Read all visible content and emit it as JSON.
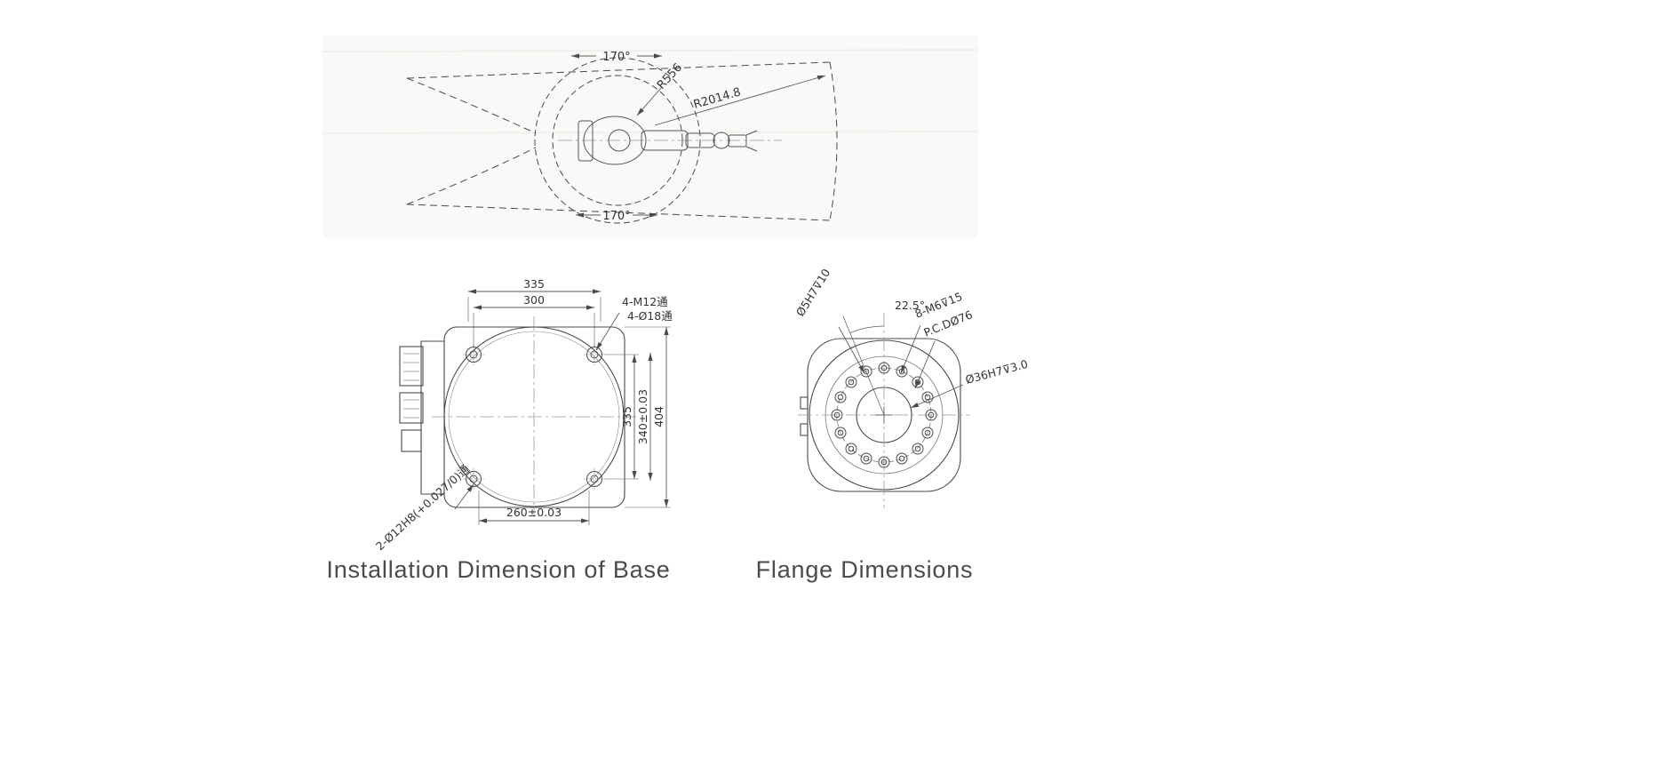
{
  "envelope": {
    "angle_top": "170°",
    "angle_bottom": "170°",
    "radius_inner": "R556",
    "radius_outer": "R2014.8"
  },
  "base": {
    "caption": "Installation Dimension of Base",
    "dim_top_overall": "335",
    "dim_top_pitch": "300",
    "label_tapped_holes": "4-M12通",
    "label_through_holes": "4-Ø18通",
    "dim_side_pitch": "335",
    "dim_side_tol": "340±0.03",
    "dim_side_overall": "404",
    "dim_bottom": "260±0.03",
    "label_pin_holes": "2-Ø12H8(+0.027/0)通"
  },
  "flange": {
    "caption": "Flange Dimensions",
    "label_pin_hole": "Ø5H7⊽10",
    "dim_hole_angle": "22.5°",
    "label_bolt_holes": "8-M6⊽15",
    "label_pitch_circle": "P.C.DØ76",
    "label_center_bore": "Ø36H7⊽3.0"
  },
  "colors": {
    "line": "#4a4a4a",
    "dim_line": "#5a5a5a",
    "centerline": "#999999",
    "backdrop": "#faf9f7"
  }
}
